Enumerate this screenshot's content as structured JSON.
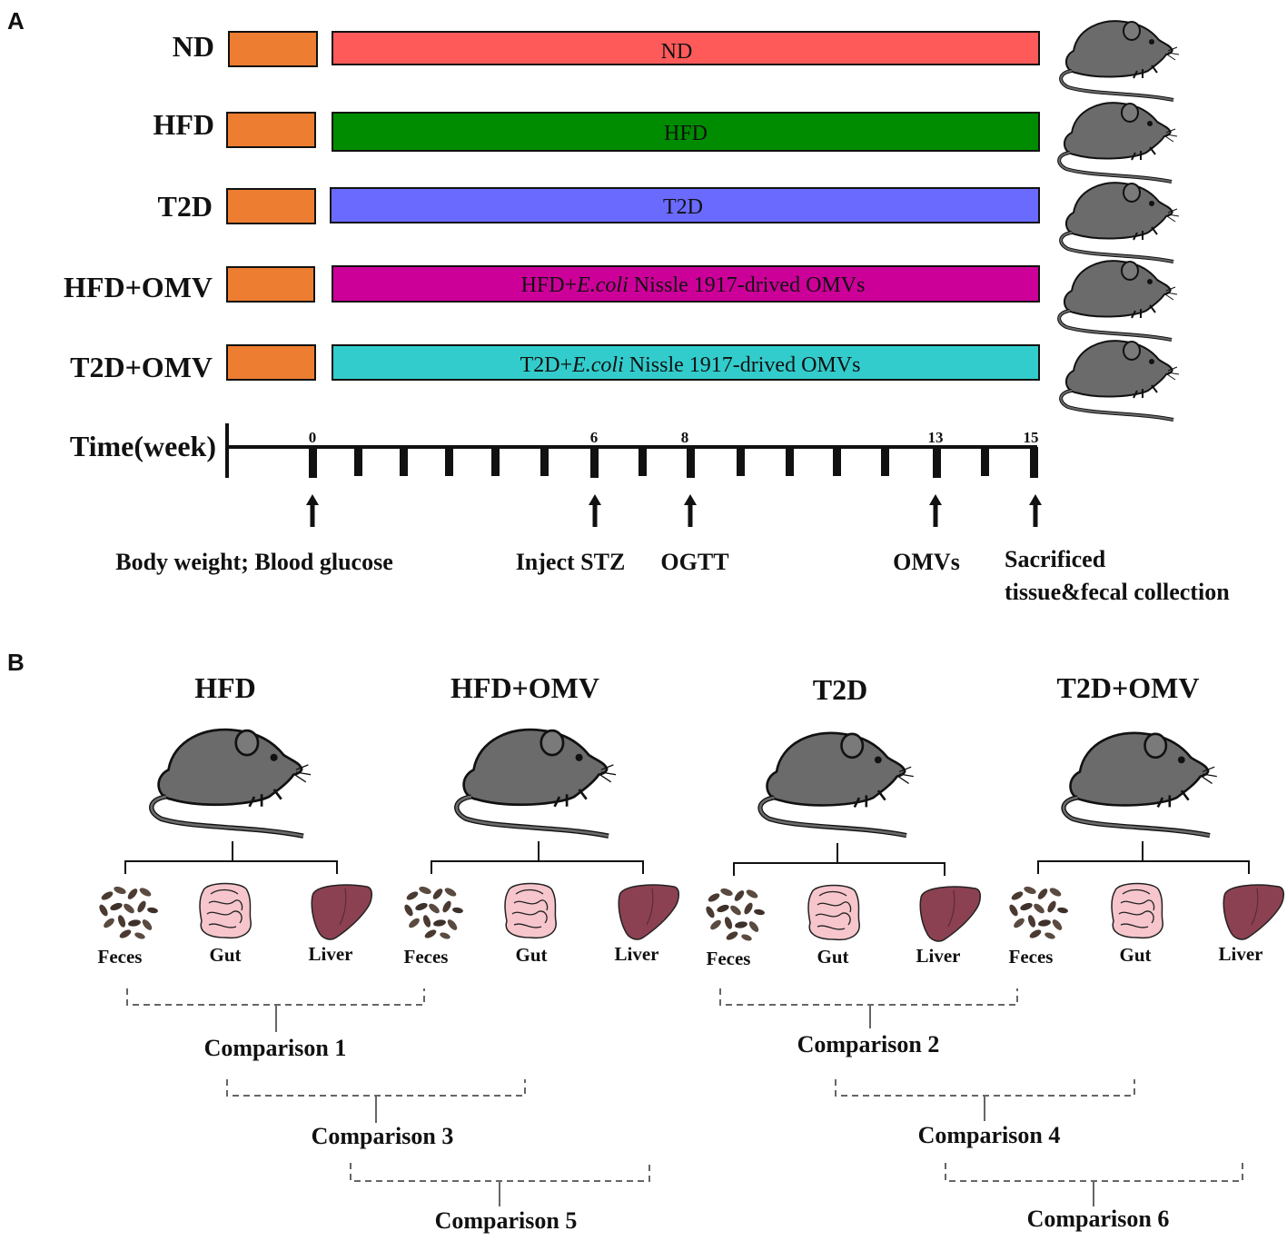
{
  "panel_a": {
    "label": "A",
    "groups": [
      {
        "name": "ND",
        "bar_text": "ND",
        "italic": "",
        "suffix": "",
        "color": "#ff5a5a"
      },
      {
        "name": "HFD",
        "bar_text": "HFD",
        "italic": "",
        "suffix": "",
        "color": "#008c00"
      },
      {
        "name": "T2D",
        "bar_text": "T2D",
        "italic": "",
        "suffix": "",
        "color": "#6a6aff"
      },
      {
        "name": "HFD+OMV",
        "bar_text": "HFD+",
        "italic": "E.coli",
        "suffix": " Nissle 1917-drived OMVs",
        "color": "#cc0099"
      },
      {
        "name": "T2D+OMV",
        "bar_text": "T2D+",
        "italic": "E.coli",
        "suffix": " Nissle 1917-drived OMVs",
        "color": "#33cccc"
      }
    ],
    "prefix_color": "#ed7d31",
    "timeline": {
      "label": "Time(week)",
      "tick_labels": [
        "0",
        "6",
        "8",
        "13",
        "15"
      ],
      "events": [
        {
          "week": "0",
          "text": "Body weight; Blood glucose"
        },
        {
          "week": "6",
          "text": "Inject STZ"
        },
        {
          "week": "8",
          "text": "OGTT"
        },
        {
          "week": "13",
          "text": "OMVs"
        },
        {
          "week": "15",
          "text": "Sacrificed",
          "text2": "tissue&fecal collection"
        }
      ]
    }
  },
  "panel_b": {
    "label": "B",
    "groups": [
      "HFD",
      "HFD+OMV",
      "T2D",
      "T2D+OMV"
    ],
    "samples": [
      "Feces",
      "Gut",
      "Liver"
    ],
    "comparisons": [
      "Comparison 1",
      "Comparison 2",
      "Comparison 3",
      "Comparison 4",
      "Comparison 5",
      "Comparison 6"
    ]
  },
  "icons": [
    "mouse-icon",
    "feces-icon",
    "gut-icon",
    "liver-icon",
    "arrow-up-icon"
  ]
}
